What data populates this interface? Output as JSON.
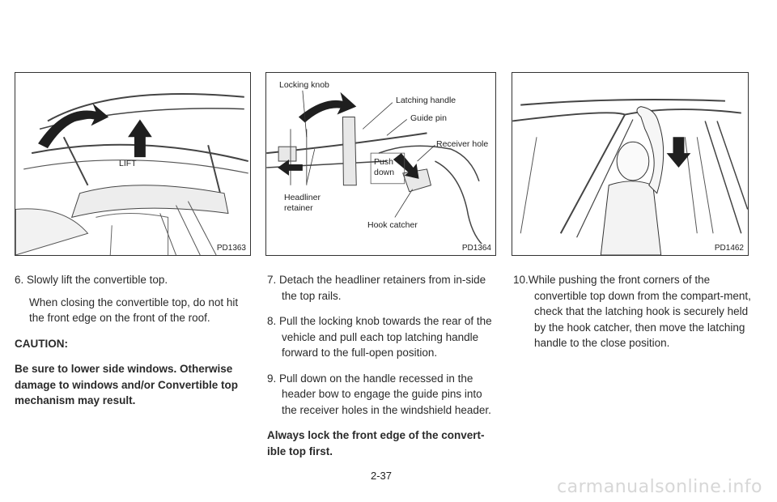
{
  "figures": {
    "left": {
      "code": "PD1363",
      "lift_label": "LIFT"
    },
    "middle": {
      "code": "PD1364",
      "locking_knob": "Locking knob",
      "latching_handle": "Latching handle",
      "guide_pin": "Guide pin",
      "receiver_hole": "Receiver hole",
      "push": "Push",
      "down": "down",
      "headliner": "Headliner",
      "retainer": "retainer",
      "hook_catcher": "Hook catcher"
    },
    "right": {
      "code": "PD1462"
    }
  },
  "left_column": {
    "step6": "6. Slowly lift the convertible top.",
    "step6_note": "When closing the convertible top, do not hit the front edge on the front of the roof.",
    "caution_title": "CAUTION:",
    "caution_text": "Be sure to lower side windows. Otherwise damage to windows and/or Convertible top mechanism may result."
  },
  "middle_column": {
    "step7": "7. Detach the headliner retainers from in-side the top rails.",
    "step8": "8. Pull the locking knob towards the rear of the vehicle and pull each top latching handle forward to the full-open position.",
    "step9": "9. Pull down on the handle recessed in the header bow to engage the guide pins into the receiver holes in the windshield header.",
    "warning": "Always lock the front edge of the convert-ible top first."
  },
  "right_column": {
    "step10": "10.While pushing the front corners of the convertible top down from the compart-ment, check that the latching hook is securely held by the hook catcher, then move the latching handle to the close position."
  },
  "page_number": "2-37",
  "watermark": "carmanualsonline.info"
}
